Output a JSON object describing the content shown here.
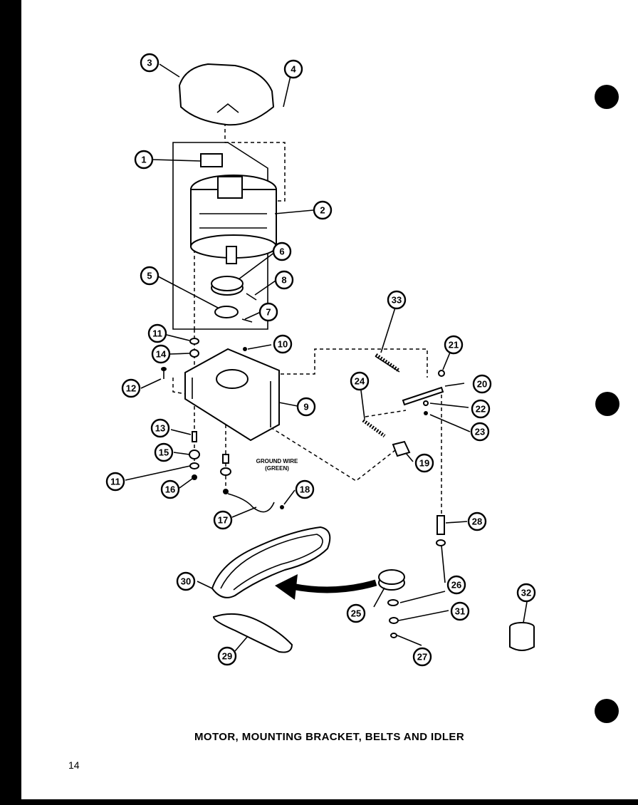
{
  "caption": "MOTOR, MOUNTING BRACKET, BELTS AND IDLER",
  "page_number": "14",
  "ground_wire_label": "GROUND WIRE",
  "ground_wire_color": "(GREEN)",
  "callouts": [
    "1",
    "2",
    "3",
    "4",
    "5",
    "6",
    "7",
    "8",
    "9",
    "10",
    "11",
    "11",
    "12",
    "13",
    "14",
    "15",
    "16",
    "17",
    "18",
    "19",
    "20",
    "21",
    "22",
    "23",
    "24",
    "25",
    "26",
    "27",
    "28",
    "29",
    "30",
    "31",
    "32",
    "33"
  ]
}
